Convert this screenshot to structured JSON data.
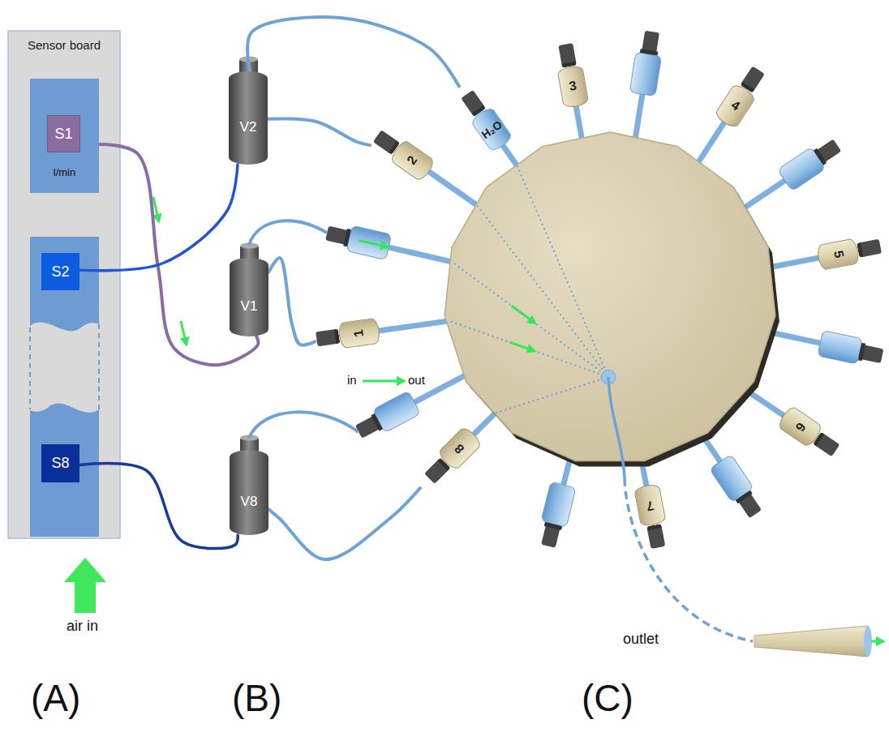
{
  "diagram": {
    "nodes": [
      {
        "text": [
          "Sensor board"
        ]
      },
      {
        "text": [
          "S1",
          "l/min"
        ],
        "in": 0
      },
      {
        "text": [
          "S2"
        ],
        "in": 0
      },
      {
        "text": [
          "S8"
        ],
        "in": 0
      },
      {
        "text": [
          "V2"
        ]
      },
      {
        "text": [
          "V1"
        ]
      },
      {
        "text": [
          "V8"
        ]
      },
      {
        "text": [
          "H₂O"
        ]
      },
      {
        "text": [
          "3"
        ]
      },
      {
        "text": [
          "4"
        ]
      },
      {
        "text": [
          "5"
        ]
      },
      {
        "text": [
          "6"
        ]
      },
      {
        "text": [
          "7"
        ]
      },
      {
        "text": [
          "8"
        ]
      },
      {
        "text": [
          "1"
        ]
      },
      {
        "text": [
          "2"
        ]
      }
    ],
    "edges": [
      {
        "from": 1,
        "to": 5,
        "arrow": "none"
      },
      {
        "from": 2,
        "to": 4,
        "arrow": "none"
      },
      {
        "from": 3,
        "to": 6,
        "arrow": "none"
      },
      {
        "from": 4,
        "to": 7,
        "arrow": "none"
      },
      {
        "from": 4,
        "to": 15,
        "arrow": "none"
      },
      {
        "from": 5,
        "to": 14,
        "arrow": "none"
      },
      {
        "from": 6,
        "to": 13,
        "arrow": "none"
      }
    ],
    "labels": [
      "in",
      "out",
      "air in",
      "outlet",
      "(A)",
      "(B)",
      "(C)"
    ]
  }
}
